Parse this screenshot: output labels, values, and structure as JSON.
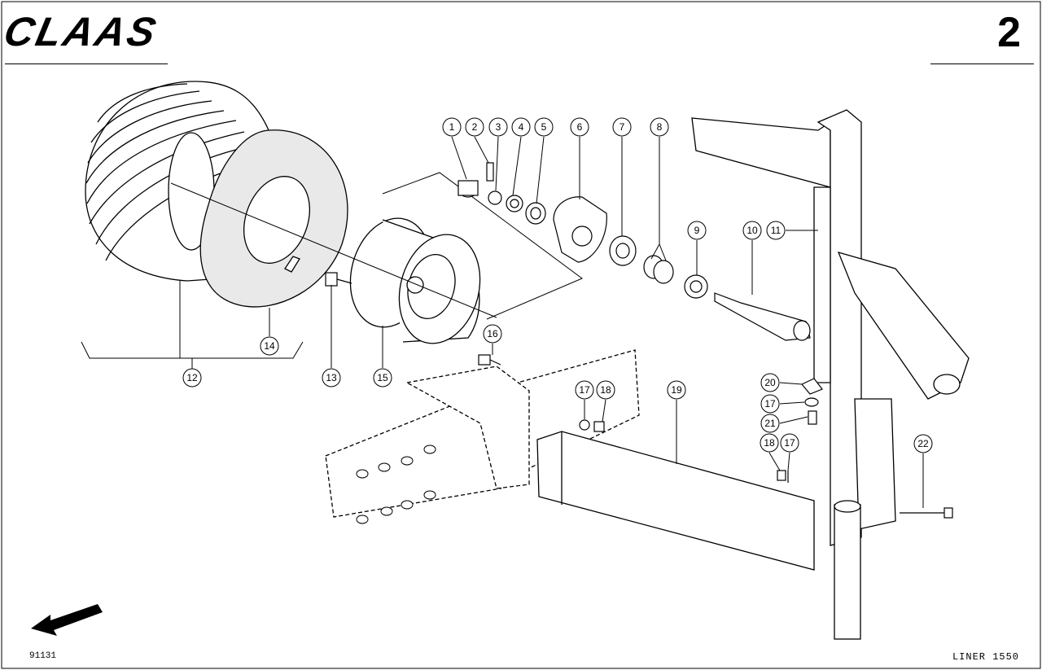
{
  "header": {
    "brand": "CLAAS",
    "page_number": "2"
  },
  "footer": {
    "figure_code": "91131",
    "model": "LINER 1550"
  },
  "callouts": [
    {
      "id": "c1",
      "label": "1"
    },
    {
      "id": "c2",
      "label": "2"
    },
    {
      "id": "c3",
      "label": "3"
    },
    {
      "id": "c4",
      "label": "4"
    },
    {
      "id": "c5",
      "label": "5"
    },
    {
      "id": "c6",
      "label": "6"
    },
    {
      "id": "c7",
      "label": "7"
    },
    {
      "id": "c8",
      "label": "8"
    },
    {
      "id": "c9",
      "label": "9"
    },
    {
      "id": "c10",
      "label": "10"
    },
    {
      "id": "c11",
      "label": "11"
    },
    {
      "id": "c12",
      "label": "12"
    },
    {
      "id": "c13",
      "label": "13"
    },
    {
      "id": "c14",
      "label": "14"
    },
    {
      "id": "c15",
      "label": "15"
    },
    {
      "id": "c16",
      "label": "16"
    },
    {
      "id": "c17a",
      "label": "17"
    },
    {
      "id": "c18a",
      "label": "18"
    },
    {
      "id": "c19",
      "label": "19"
    },
    {
      "id": "c20",
      "label": "20"
    },
    {
      "id": "c17b",
      "label": "17"
    },
    {
      "id": "c21",
      "label": "21"
    },
    {
      "id": "c18b",
      "label": "18"
    },
    {
      "id": "c17c",
      "label": "17"
    },
    {
      "id": "c22",
      "label": "22"
    }
  ]
}
